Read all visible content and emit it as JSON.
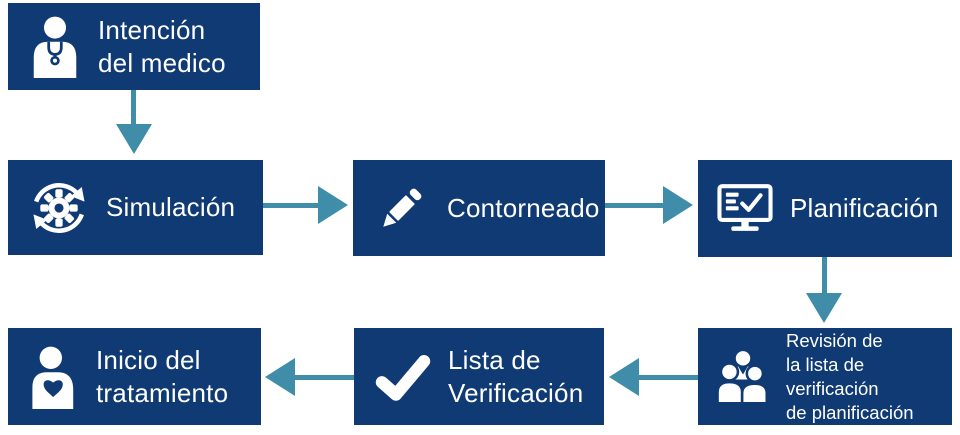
{
  "diagram": {
    "type": "flowchart",
    "language": "es",
    "colors": {
      "box_bg": "#0f3a73",
      "arrow": "#3f8da9",
      "text": "#ffffff",
      "canvas_bg": "#ffffff"
    },
    "nodes": [
      {
        "id": "intencion-del-medico",
        "label": "Intención\ndel medico",
        "icon": "doctor-icon"
      },
      {
        "id": "simulacion",
        "label": "Simulación",
        "icon": "sync-gear-icon"
      },
      {
        "id": "contorneado",
        "label": "Contorneado",
        "icon": "pencil-icon"
      },
      {
        "id": "planificacion",
        "label": "Planificación",
        "icon": "monitor-checklist-icon"
      },
      {
        "id": "revision-lista-verificacion",
        "label": "Revisión de\nla lista de\nverificación\nde planificación",
        "icon": "team-icon"
      },
      {
        "id": "lista-de-verificacion",
        "label": "Lista de\nVerificación",
        "icon": "check-icon"
      },
      {
        "id": "inicio-del-tratamiento",
        "label": "Inicio del\ntratamiento",
        "icon": "patient-heart-icon"
      }
    ],
    "arrows": [
      {
        "from": "intencion-del-medico",
        "to": "simulacion",
        "direction": "down"
      },
      {
        "from": "simulacion",
        "to": "contorneado",
        "direction": "right"
      },
      {
        "from": "contorneado",
        "to": "planificacion",
        "direction": "right"
      },
      {
        "from": "planificacion",
        "to": "revision-lista-verificacion",
        "direction": "down"
      },
      {
        "from": "revision-lista-verificacion",
        "to": "lista-de-verificacion",
        "direction": "left"
      },
      {
        "from": "lista-de-verificacion",
        "to": "inicio-del-tratamiento",
        "direction": "left"
      }
    ]
  }
}
